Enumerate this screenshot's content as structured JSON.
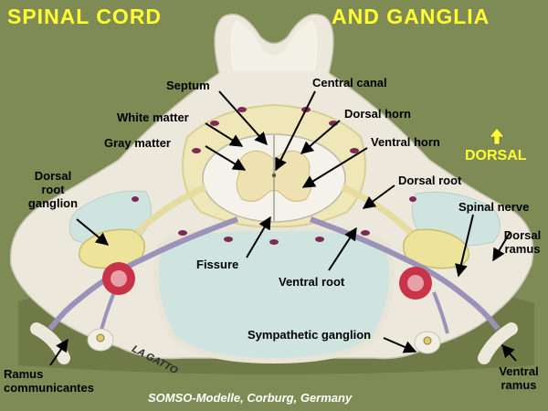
{
  "title_left": "SPINAL  CORD",
  "title_right": "AND  GANGLIA",
  "orientation": {
    "label": "DORSAL",
    "icon": "arrow-up-icon"
  },
  "labels": {
    "septum": "Septum",
    "central_canal": "Central canal",
    "white_matter": "White matter",
    "dorsal_horn": "Dorsal horn",
    "gray_matter": "Gray matter",
    "ventral_horn": "Ventral horn",
    "drg_1": "Dorsal",
    "drg_2": "root",
    "drg_3": "ganglion",
    "dorsal_root": "Dorsal root",
    "spinal_nerve": "Spinal nerve",
    "dorsal_ramus_1": "Dorsal",
    "dorsal_ramus_2": "ramus",
    "fissure": "Fissure",
    "ventral_root": "Ventral root",
    "sympathetic_ganglion": "Sympathetic ganglion",
    "ramus_comm_1": "Ramus",
    "ramus_comm_2": "communicantes",
    "ventral_ramus_1": "Ventral",
    "ventral_ramus_2": "ramus"
  },
  "model_stamp": "LA GATTO",
  "credit": "SOMSO-Modelle, Corburg, Germany",
  "colors": {
    "background": "#7f8b55",
    "title": "#ffff33",
    "bone": "#ece8dc",
    "cord": "#f4f2ea",
    "ganglion": "#ede39a",
    "nerve": "#9a92b8",
    "vessel": "#c8334a",
    "disc": "#cfe3df"
  }
}
